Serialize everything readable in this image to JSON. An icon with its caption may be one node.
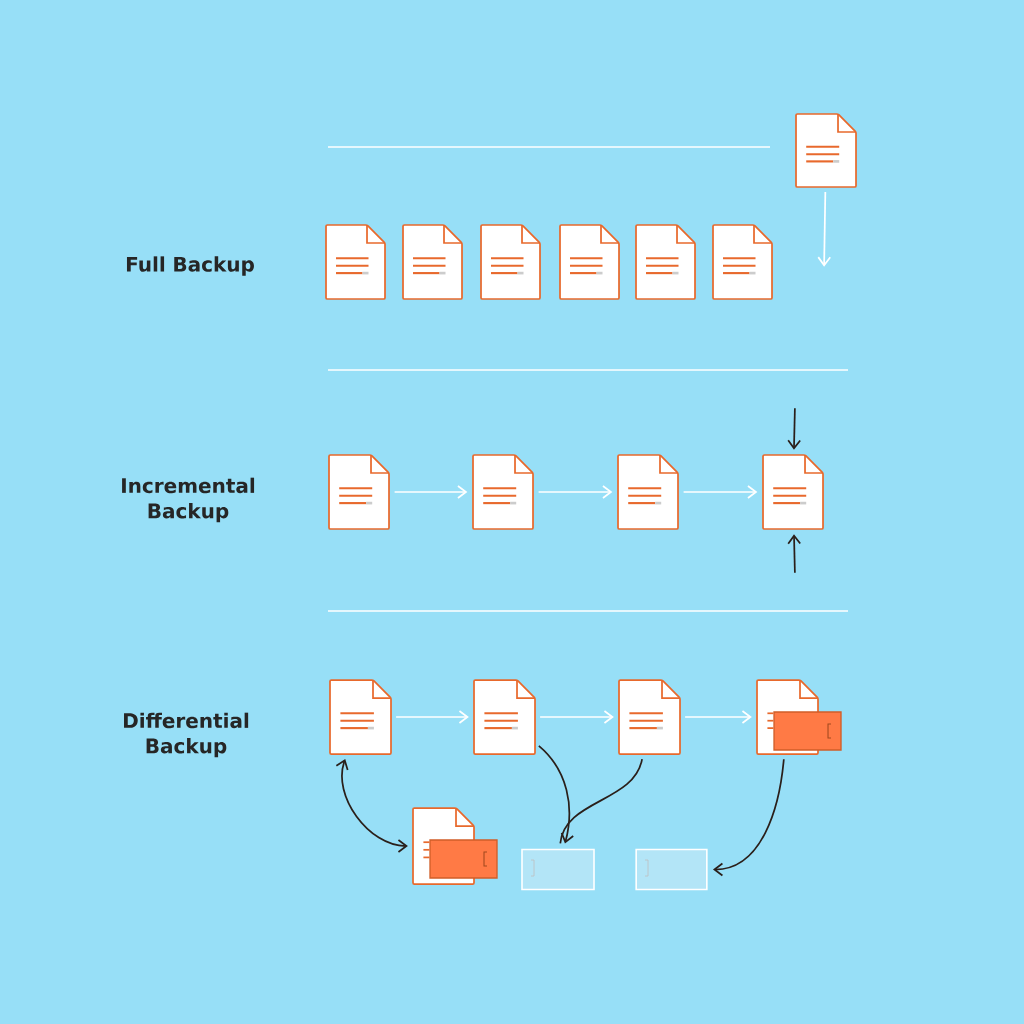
{
  "diagram": {
    "nodes": [
      {
        "text": [],
        "shape": "document"
      },
      {
        "text": [],
        "shape": "document"
      },
      {
        "text": [],
        "shape": "document"
      },
      {
        "text": [],
        "shape": "document"
      },
      {
        "text": [],
        "shape": "document"
      },
      {
        "text": [],
        "shape": "document"
      },
      {
        "text": [],
        "shape": "document"
      },
      {
        "text": [],
        "shape": "document"
      },
      {
        "text": [],
        "shape": "document"
      },
      {
        "text": [],
        "shape": "document"
      },
      {
        "text": [],
        "shape": "document"
      },
      {
        "text": [],
        "shape": "document"
      },
      {
        "text": [],
        "shape": "document"
      },
      {
        "text": [],
        "shape": "document"
      },
      {
        "text": [],
        "shape": "document"
      },
      {
        "text": [],
        "shape": "document"
      },
      {
        "text": [],
        "shape": "box"
      },
      {
        "text": [],
        "shape": "box"
      }
    ],
    "edges": [
      {
        "from": 0,
        "to": null,
        "arrow": "to"
      },
      {
        "from": null,
        "to": 10,
        "arrow": "to",
        "color": "#2a1f1a"
      },
      {
        "from": 7,
        "to": 8,
        "arrow": "to"
      },
      {
        "from": 8,
        "to": 9,
        "arrow": "to"
      },
      {
        "from": 9,
        "to": 10,
        "arrow": "to"
      },
      {
        "from": null,
        "to": 10,
        "arrow": "to",
        "color": "#2a1f1a"
      },
      {
        "from": 11,
        "to": 12,
        "arrow": "to"
      },
      {
        "from": 12,
        "to": 13,
        "arrow": "to"
      },
      {
        "from": 13,
        "to": 14,
        "arrow": "to"
      },
      {
        "from": 11,
        "to": 15,
        "arrow": "both",
        "color": "#2a1f1a"
      },
      {
        "from": 12,
        "to": 16,
        "arrow": "to",
        "color": "#2a1f1a"
      },
      {
        "from": 16,
        "to": 13,
        "arrow": "none",
        "color": "#2a1f1a"
      },
      {
        "from": 14,
        "to": 17,
        "arrow": "to",
        "color": "#2a1f1a"
      }
    ],
    "labels": [
      "Full Backup",
      "Incremental Backup",
      "Differential Backup"
    ]
  }
}
